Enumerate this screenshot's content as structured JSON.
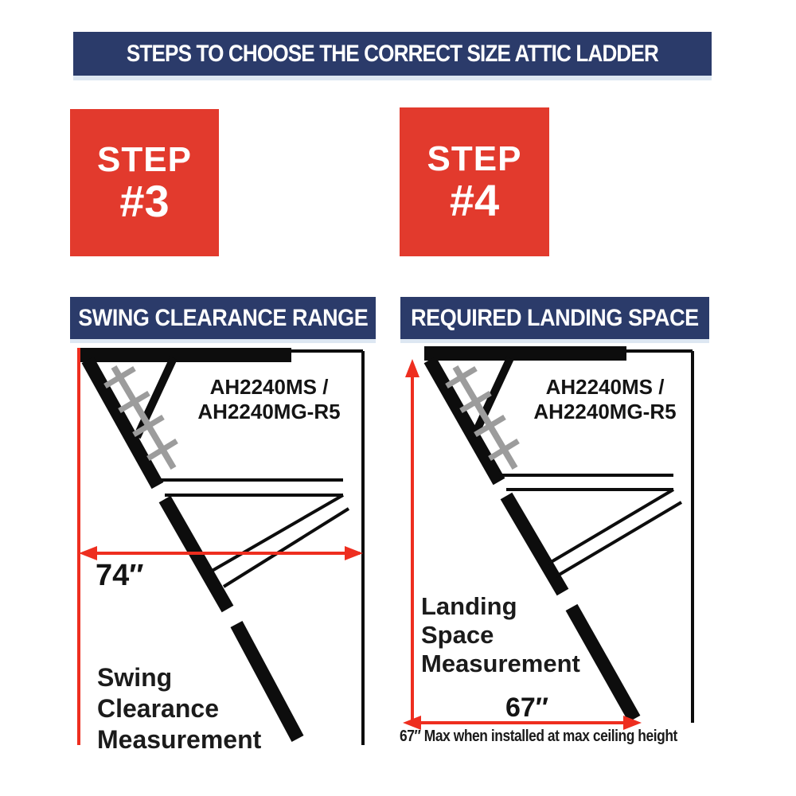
{
  "colors": {
    "navy": "#2b3b6a",
    "step_red": "#e23a2d",
    "arrow_red": "#ee2e1f",
    "ladder_gray": "#9c9c9c",
    "ink_black": "#141414"
  },
  "header": {
    "title": "STEPS TO CHOOSE THE CORRECT SIZE ATTIC LADDER"
  },
  "steps": [
    {
      "label": "STEP",
      "number": "#3"
    },
    {
      "label": "STEP",
      "number": "#4"
    }
  ],
  "panels": [
    {
      "banner": "SWING CLEARANCE RANGE",
      "model_line1": "AH2240MS /",
      "model_line2": "AH2240MG-R5",
      "dimension": "74″",
      "caption": [
        "Swing",
        "Clearance",
        "Measurement"
      ]
    },
    {
      "banner": "REQUIRED LANDING SPACE",
      "model_line1": "AH2240MS /",
      "model_line2": "AH2240MG-R5",
      "dimension": "67″",
      "caption": [
        "Landing",
        "Space",
        "Measurement"
      ],
      "footnote": "67″ Max when installed at max ceiling height"
    }
  ]
}
